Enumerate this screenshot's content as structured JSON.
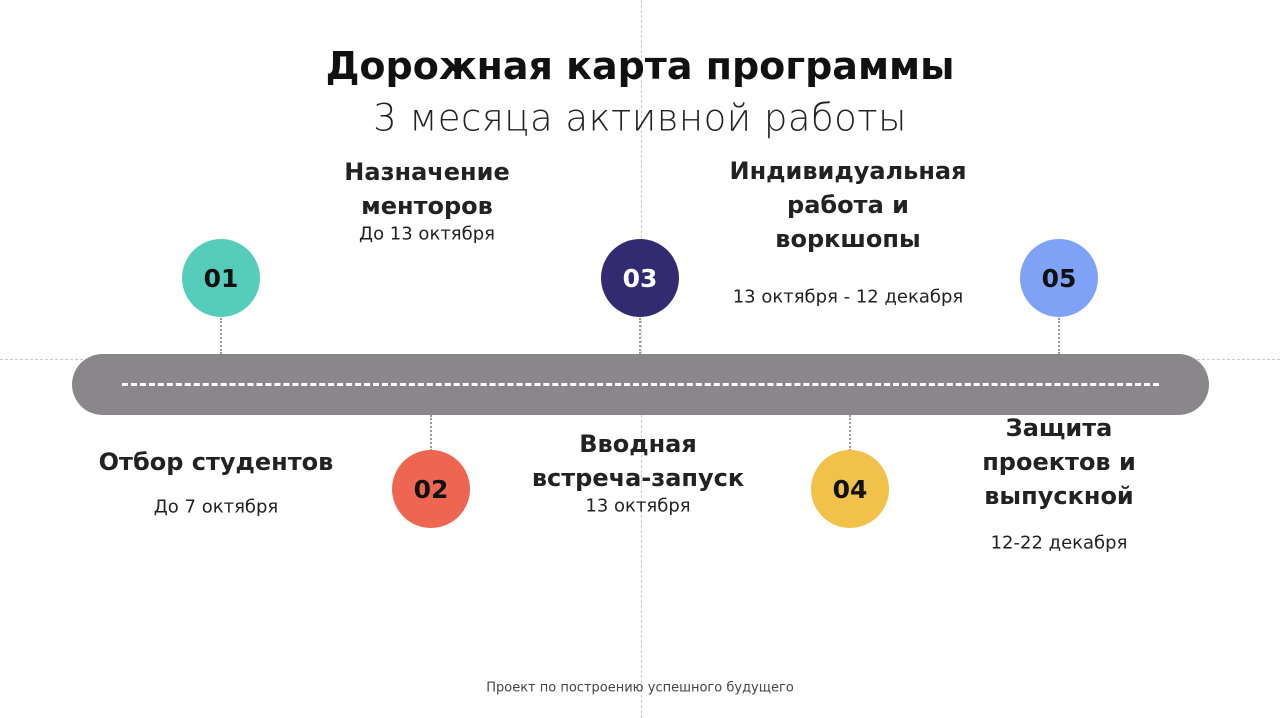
{
  "title": "Дорожная карта программы",
  "subtitle": "3 месяца активной работы",
  "steps": [
    {
      "num": "01",
      "label": "Отбор студентов",
      "date": "До 7 октября",
      "color": "#56CDBA",
      "text_color": "#111111"
    },
    {
      "num": "02",
      "label": "Назначение менторов",
      "date": "До 13 октября",
      "color": "#EE6651",
      "text_color": "#111111"
    },
    {
      "num": "03",
      "label": "Вводная встреча-запуск",
      "date": "13 октября",
      "color": "#332B71",
      "text_color": "#ffffff"
    },
    {
      "num": "04",
      "label": "Индивидуальная работа и воркшопы",
      "date": "13 октября - 12 декабря",
      "color": "#F2C14A",
      "text_color": "#111111"
    },
    {
      "num": "05",
      "label": "Защита проектов и выпускной",
      "date": "12-22 декабря",
      "color": "#7FA2F7",
      "text_color": "#111111"
    }
  ],
  "label_lines": {
    "s1": [
      "Отбор студентов"
    ],
    "s2": [
      "Назначение",
      "менторов"
    ],
    "s3": [
      "Вводная",
      "встреча-запуск"
    ],
    "s4": [
      "Индивидуальная",
      "работа и",
      "воркшопы"
    ],
    "s5": [
      "Защита",
      "проектов и",
      "выпускной"
    ]
  },
  "footer": "Проект по построению успешного будущего"
}
